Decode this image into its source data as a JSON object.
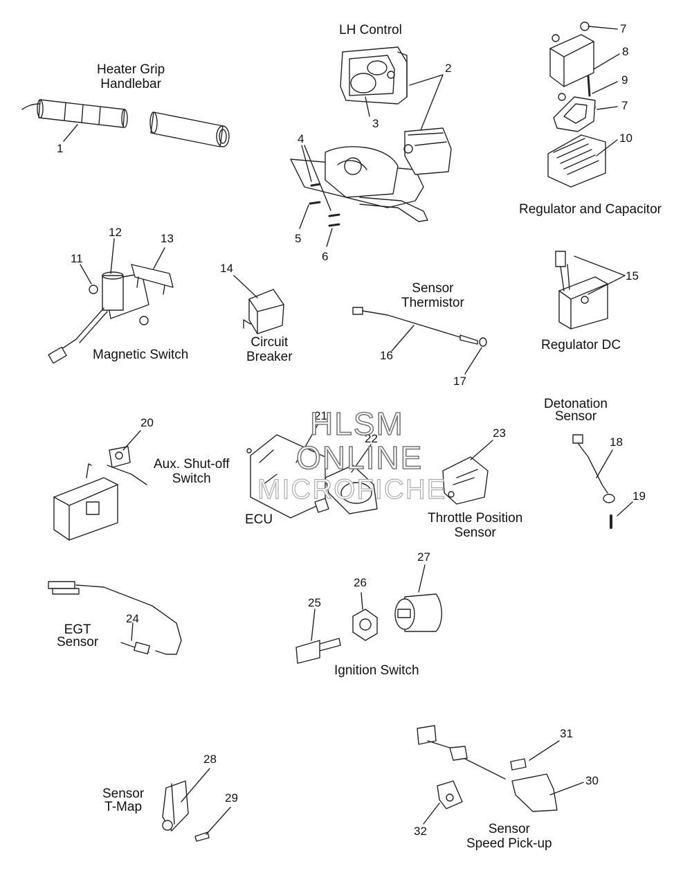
{
  "captions": {
    "heater_grip_l1": "Heater Grip",
    "heater_grip_l2": "Handlebar",
    "lh_control": "LH Control",
    "regulator_capacitor": "Regulator and Capacitor",
    "magnetic_switch": "Magnetic Switch",
    "circuit_breaker_l1": "Circuit",
    "circuit_breaker_l2": "Breaker",
    "sensor_thermistor_l1": "Sensor",
    "sensor_thermistor_l2": "Thermistor",
    "regulator_dc": "Regulator DC",
    "detonation_sensor_l1": "Detonation",
    "detonation_sensor_l2": "Sensor",
    "aux_shutoff_l1": "Aux. Shut-off",
    "aux_shutoff_l2": "Switch",
    "ecu": "ECU",
    "throttle_position_l1": "Throttle Position",
    "throttle_position_l2": "Sensor",
    "egt_sensor_l1": "EGT",
    "egt_sensor_l2": "Sensor",
    "ignition_switch": "Ignition Switch",
    "sensor_tmap_l1": "Sensor",
    "sensor_tmap_l2": "T-Map",
    "speed_pickup_l1": "Sensor",
    "speed_pickup_l2": "Speed Pick-up"
  },
  "callouts": [
    "1",
    "2",
    "3",
    "4",
    "5",
    "6",
    "7",
    "8",
    "9",
    "7",
    "10",
    "11",
    "12",
    "13",
    "14",
    "15",
    "16",
    "17",
    "18",
    "19",
    "20",
    "21",
    "22",
    "23",
    "24",
    "25",
    "26",
    "27",
    "28",
    "29",
    "30",
    "31",
    "32"
  ],
  "watermark": {
    "line1": "HLSM",
    "line2": "ONLINE",
    "line3": "MICROFICHE"
  }
}
